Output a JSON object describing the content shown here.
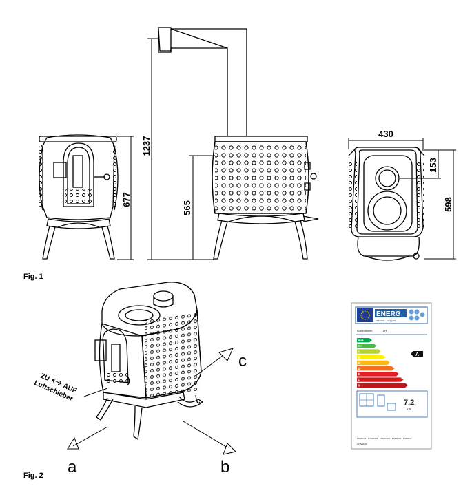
{
  "figure1": {
    "caption": "Fig. 1",
    "dims": {
      "total_height": "1237",
      "height": "677",
      "pipe_height": "565",
      "width": "430",
      "pipe_offset": "153",
      "depth": "598"
    }
  },
  "figure2": {
    "caption": "Fig. 2",
    "slider_closed": "ZU",
    "slider_open": "AUF",
    "slider_name": "Luftschieber",
    "axes": {
      "a": "a",
      "b": "b",
      "c": "c"
    }
  },
  "energy_label": {
    "header": "ENERG",
    "header_sub": "енергия · ενέργεια",
    "brand": "Austroflamm",
    "model": "LH",
    "rating": "A",
    "power_value": "7,2",
    "power_unit": "kW",
    "footer": "ENERGIA · ЕНЕРГИЯ · ENERGEIA · ENERGIE · ENERGY",
    "regulation": "2015/1186",
    "classes": [
      "A++",
      "A+",
      "A",
      "B",
      "C",
      "D",
      "E",
      "F",
      "G"
    ],
    "colors": [
      "#00a651",
      "#4cb848",
      "#b5d334",
      "#fff200",
      "#fdb913",
      "#f37021",
      "#ed1c24",
      "#d7191e",
      "#c1151c"
    ]
  }
}
